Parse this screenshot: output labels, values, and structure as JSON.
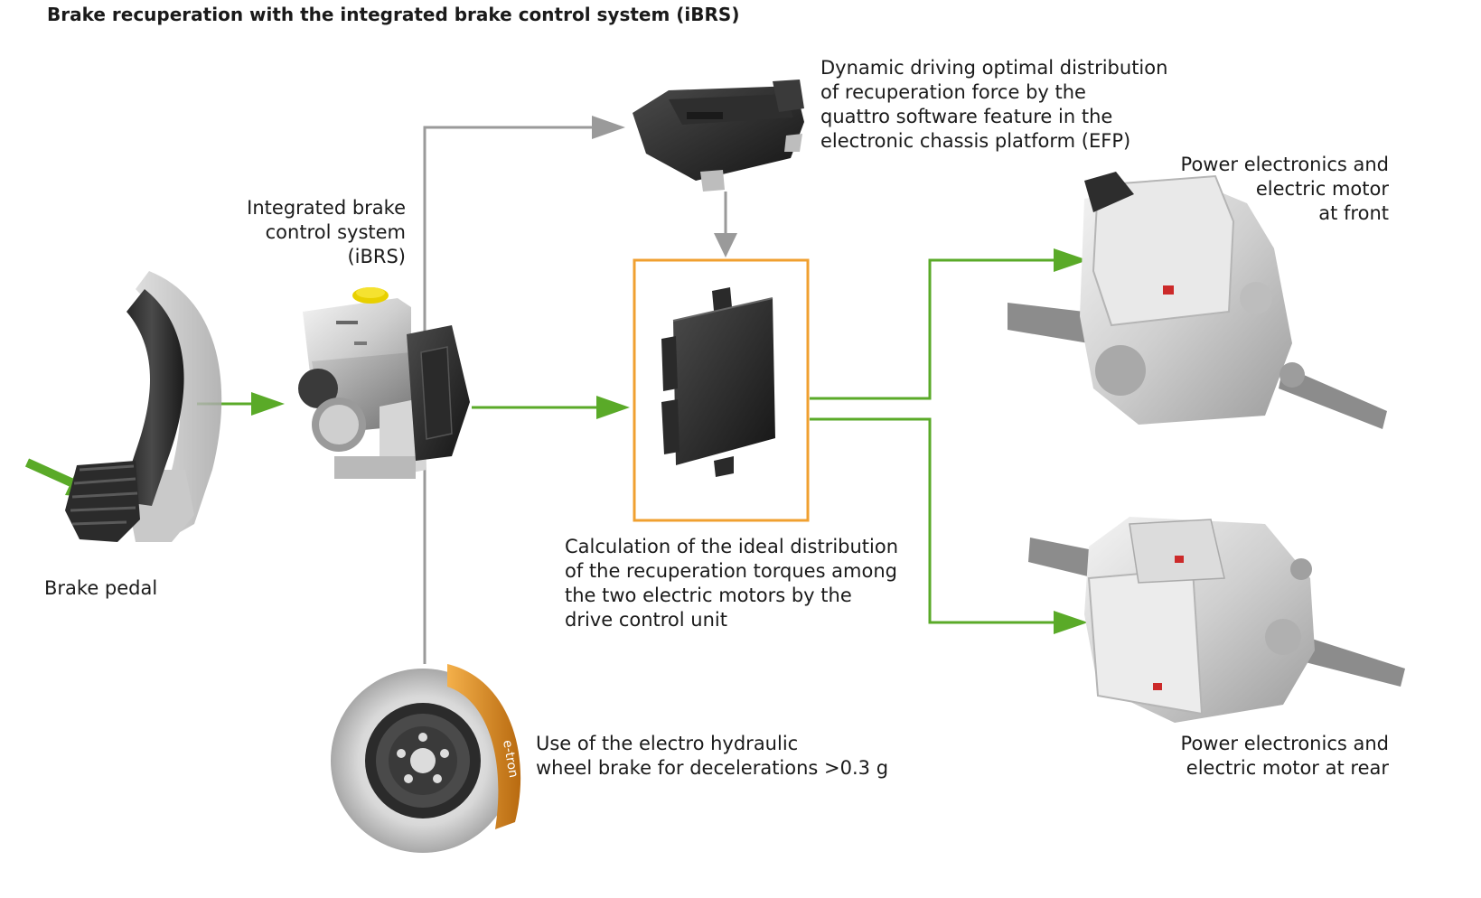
{
  "title": "Brake recuperation with the integrated brake control system (iBRS)",
  "labels": {
    "ibrs": "Integrated brake\ncontrol system\n(iBRS)",
    "efp": "Dynamic driving optimal distribution\nof recuperation force by the\nquattro software feature in the\nelectronic chassis platform (EFP)",
    "front_motor": "Power electronics and\nelectric motor\nat front",
    "brake_pedal": "Brake pedal",
    "drive_unit": "Calculation of the ideal distribution\nof the recuperation torques among\nthe two electric motors by the\ndrive control unit",
    "wheel_brake": "Use of the electro hydraulic\nwheel brake for decelerations >0.3 g",
    "rear_motor": "Power electronics and\nelectric motor at rear"
  },
  "brake_disc": {
    "caliper_text": "e-tron"
  },
  "colors": {
    "flow_green": "#5aaa28",
    "signal_grey": "#9a9a9a",
    "highlight_orange": "#f0a030",
    "caliper_orange": "#e08a18"
  },
  "icons": [
    "brake-pedal-icon",
    "ibrs-unit-icon",
    "efp-control-unit-icon",
    "drive-control-unit-icon",
    "front-motor-icon",
    "rear-motor-icon",
    "brake-disc-icon"
  ]
}
